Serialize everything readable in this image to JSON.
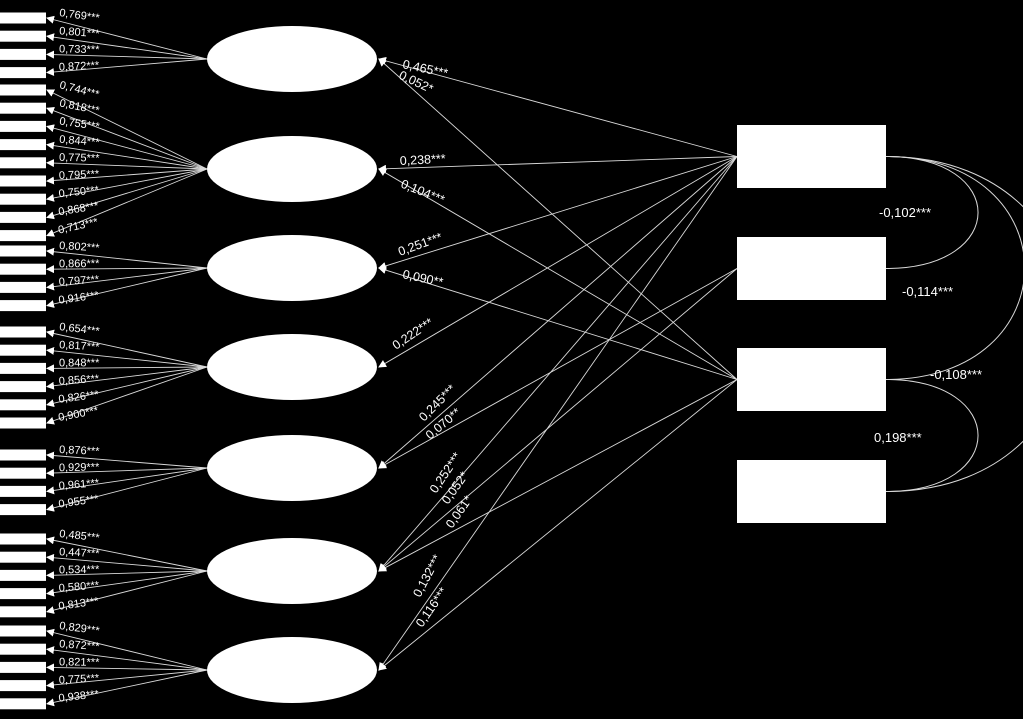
{
  "colors": {
    "background": "#000000",
    "foreground": "#ffffff",
    "line": "#d9d9d9"
  },
  "latents": [
    {
      "loadings": [
        "0,769***",
        "0,801***",
        "0,733***",
        "0,872***"
      ]
    },
    {
      "loadings": [
        "0,744***",
        "0,818***",
        "0,755***",
        "0,844***",
        "0,775***",
        "0,795***",
        "0,750***",
        "0,868***",
        "0,713***"
      ]
    },
    {
      "loadings": [
        "0,802***",
        "0,866***",
        "0,797***",
        "0,916***"
      ]
    },
    {
      "loadings": [
        "0,654***",
        "0,817***",
        "0,848***",
        "0,856***",
        "0,826***",
        "0,900***"
      ]
    },
    {
      "loadings": [
        "0,876***",
        "0,929***",
        "0,961***",
        "0,955***"
      ]
    },
    {
      "loadings": [
        "0,485***",
        "0,447***",
        "0,534***",
        "0,580***",
        "0,813***"
      ]
    },
    {
      "loadings": [
        "0,829***",
        "0,872***",
        "0,821***",
        "0,775***",
        "0,938***"
      ]
    }
  ],
  "predictors": [
    {},
    {},
    {},
    {}
  ],
  "paths": [
    {
      "from": 0,
      "to": 0,
      "label": "0,465***"
    },
    {
      "from": 2,
      "to": 0,
      "label": "0,052*"
    },
    {
      "from": 0,
      "to": 1,
      "label": "0,238***"
    },
    {
      "from": 2,
      "to": 1,
      "label": "0,104***"
    },
    {
      "from": 0,
      "to": 2,
      "label": "0,251***"
    },
    {
      "from": 2,
      "to": 2,
      "label": "0,090**"
    },
    {
      "from": 0,
      "to": 3,
      "label": "0,222***"
    },
    {
      "from": 0,
      "to": 4,
      "label": "0,245***"
    },
    {
      "from": 1,
      "to": 4,
      "label": "0,070**"
    },
    {
      "from": 0,
      "to": 5,
      "label": "0,252***"
    },
    {
      "from": 1,
      "to": 5,
      "label": "0,052*"
    },
    {
      "from": 2,
      "to": 5,
      "label": "0,061*"
    },
    {
      "from": 0,
      "to": 6,
      "label": "0,132***"
    },
    {
      "from": 2,
      "to": 6,
      "label": "0,116***"
    }
  ],
  "covariances": [
    {
      "a": 0,
      "b": 1,
      "label": "-0,102***"
    },
    {
      "a": 0,
      "b": 2,
      "label": "-0,114***"
    },
    {
      "a": 0,
      "b": 3,
      "label": "-0,108***"
    },
    {
      "a": 2,
      "b": 3,
      "label": "0,198***"
    }
  ]
}
